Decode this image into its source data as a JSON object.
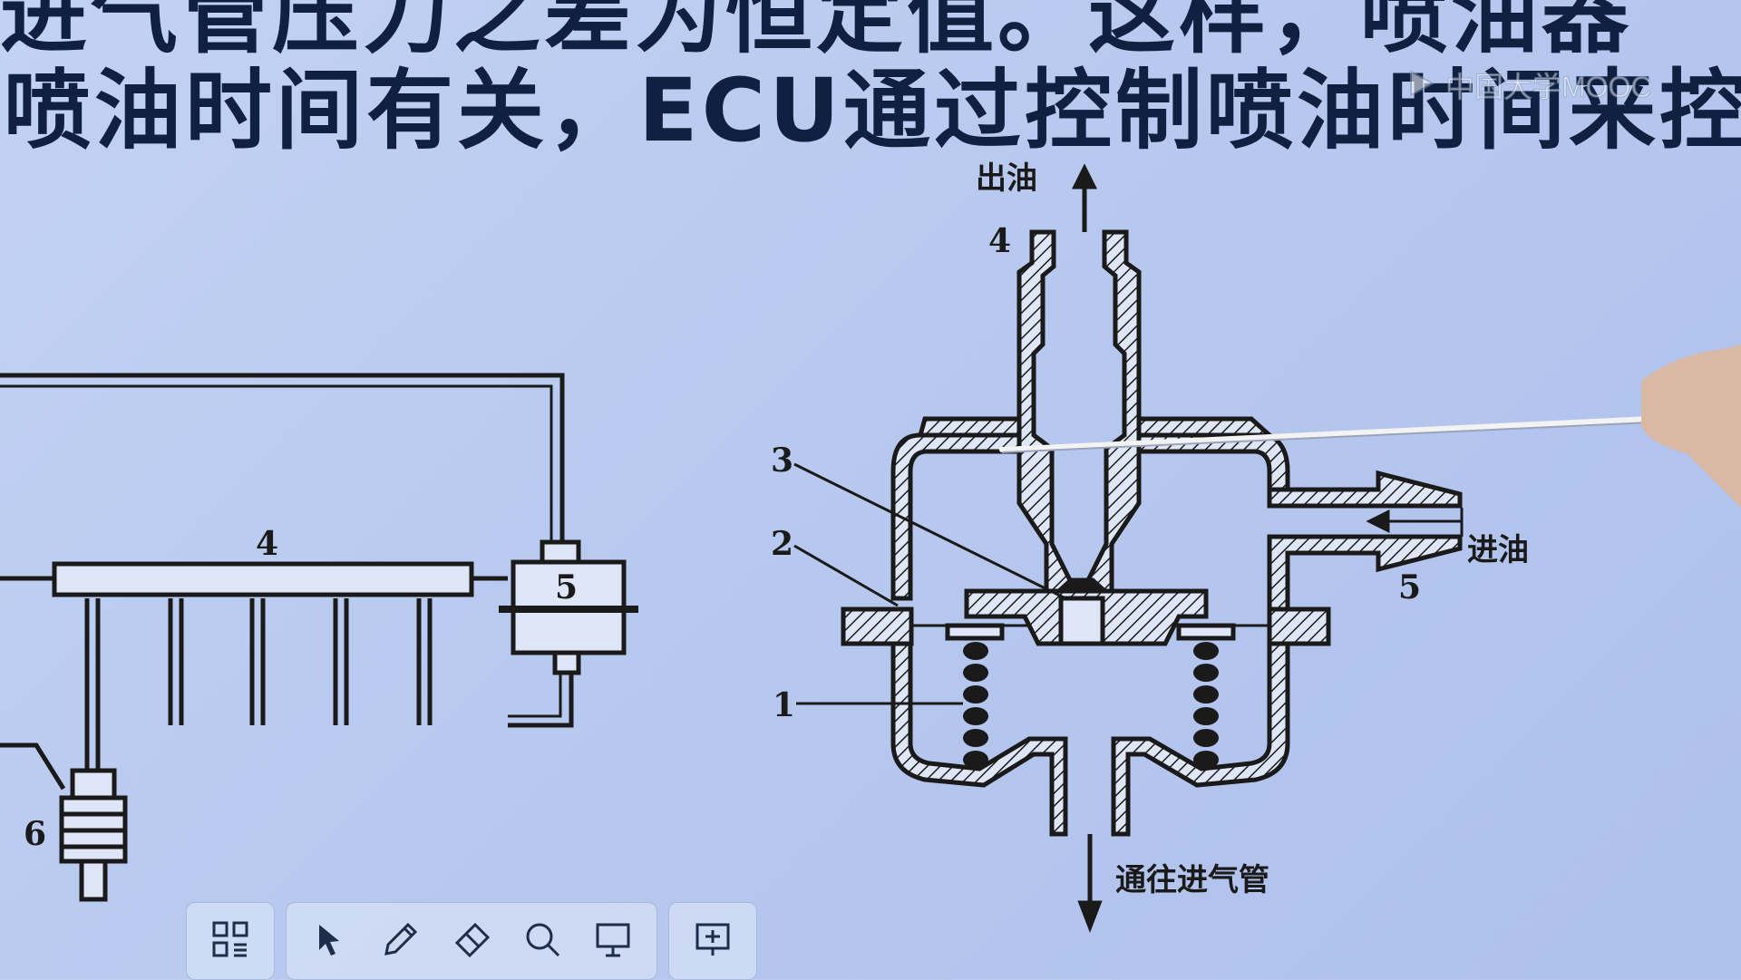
{
  "slide": {
    "line1": "进气管压力之差为恒定值。这样，喷油器",
    "line2": "喷油时间有关，ECU通过控制喷油时间来控"
  },
  "watermark": {
    "text": "中国大学MOOC",
    "icon": "play-logo-icon"
  },
  "left_diagram": {
    "labels": {
      "rail": "4",
      "regulator": "5",
      "injector": "6"
    }
  },
  "right_diagram": {
    "labels": {
      "outlet_arrow": "出油",
      "outlet_num": "4",
      "n3": "3",
      "n2": "2",
      "n1": "1",
      "inlet_arrow": "进油",
      "inlet_num": "5",
      "vacuum": "通往进气管"
    }
  },
  "toolbar": {
    "buttons": [
      {
        "name": "grid-menu",
        "icon": "grid-icon"
      },
      {
        "name": "select",
        "icon": "cursor-icon"
      },
      {
        "name": "pen",
        "icon": "pen-icon"
      },
      {
        "name": "eraser",
        "icon": "eraser-icon"
      },
      {
        "name": "zoom",
        "icon": "magnifier-icon"
      },
      {
        "name": "whiteboard",
        "icon": "whiteboard-icon"
      },
      {
        "name": "presentation",
        "icon": "presentation-icon"
      }
    ]
  }
}
